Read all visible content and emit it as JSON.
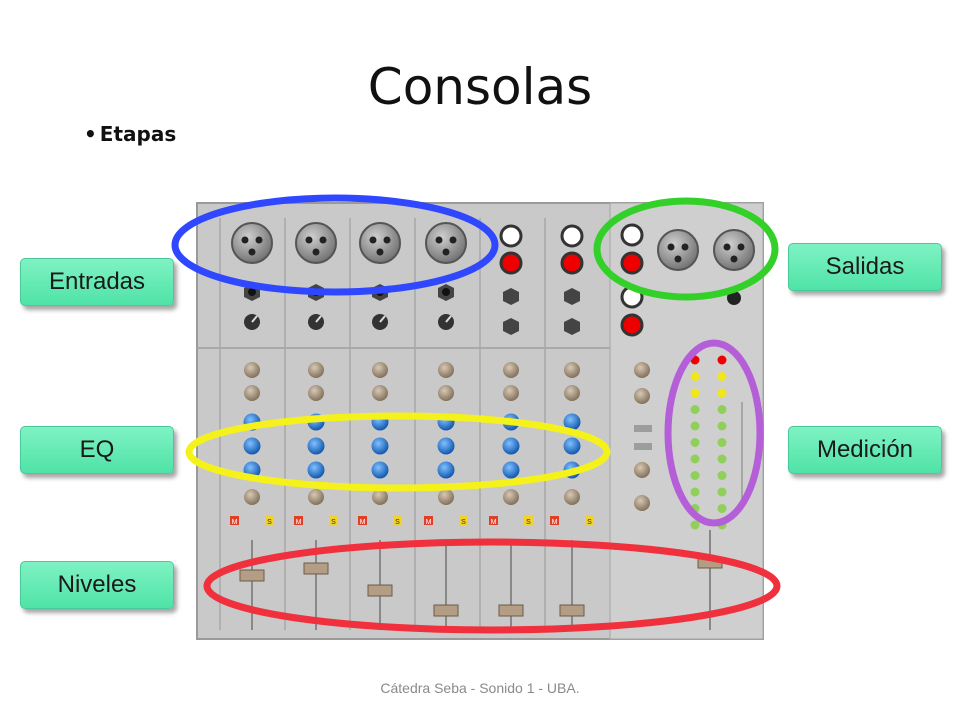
{
  "slide": {
    "title": "Consolas",
    "bullet": "Etapas",
    "footer": "Cátedra Seba - Sonido 1 - UBA."
  },
  "labels": {
    "entradas": "Entradas",
    "eq": "EQ",
    "niveles": "Niveles",
    "salidas": "Salidas",
    "medicion": "Medición"
  },
  "mixer": {
    "mute_label": "M",
    "solo_label": "S",
    "highlight_colors": {
      "entradas": "#2f47ff",
      "eq": "#f4f21a",
      "niveles": "#f0303c",
      "salidas": "#34d02a",
      "medicion": "#b45ed8"
    },
    "label_color": "#5ce8b0"
  }
}
